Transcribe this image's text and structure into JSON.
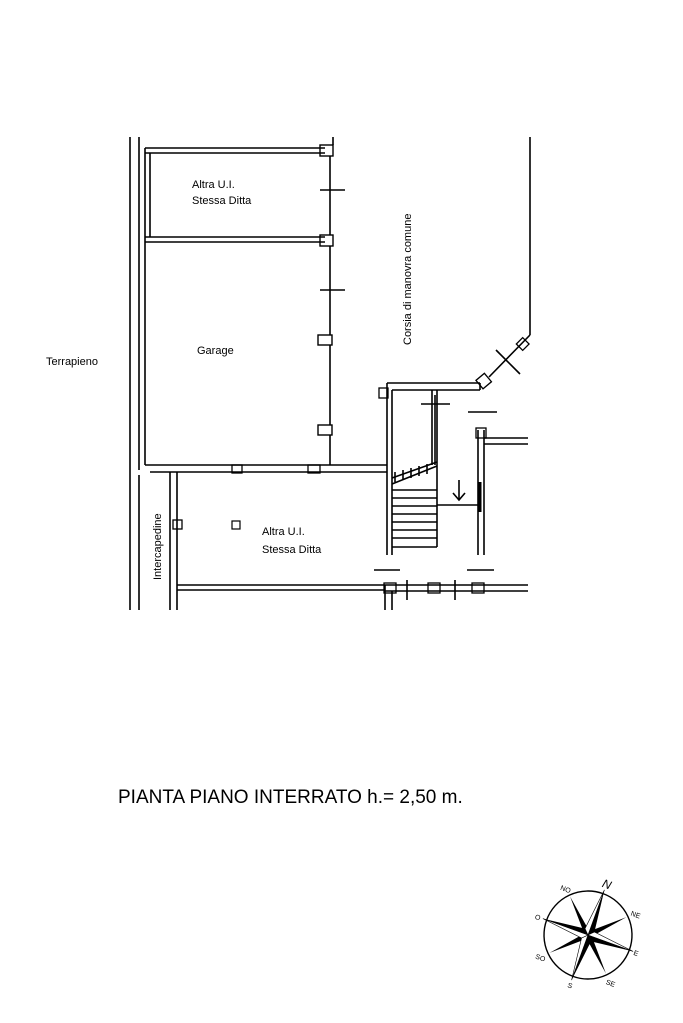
{
  "plan": {
    "title": "PIANTA PIANO INTERRATO h.= 2,50 m.",
    "rooms": {
      "upper_unit_line1": "Altra U.I.",
      "upper_unit_line2": "Stessa Ditta",
      "garage": "Garage",
      "lower_unit_line1": "Altra U.I.",
      "lower_unit_line2": "Stessa Ditta"
    },
    "labels": {
      "terrapieno": "Terrapieno",
      "corsia": "Corsia di manovra comune",
      "intercapedine": "Intercapedine"
    },
    "compass": {
      "north": "N",
      "ne": "NE",
      "e": "E",
      "se": "SE",
      "s": "S",
      "so": "SO",
      "o": "O",
      "no": "NO"
    }
  },
  "colors": {
    "line": "#000000",
    "background": "#ffffff"
  }
}
